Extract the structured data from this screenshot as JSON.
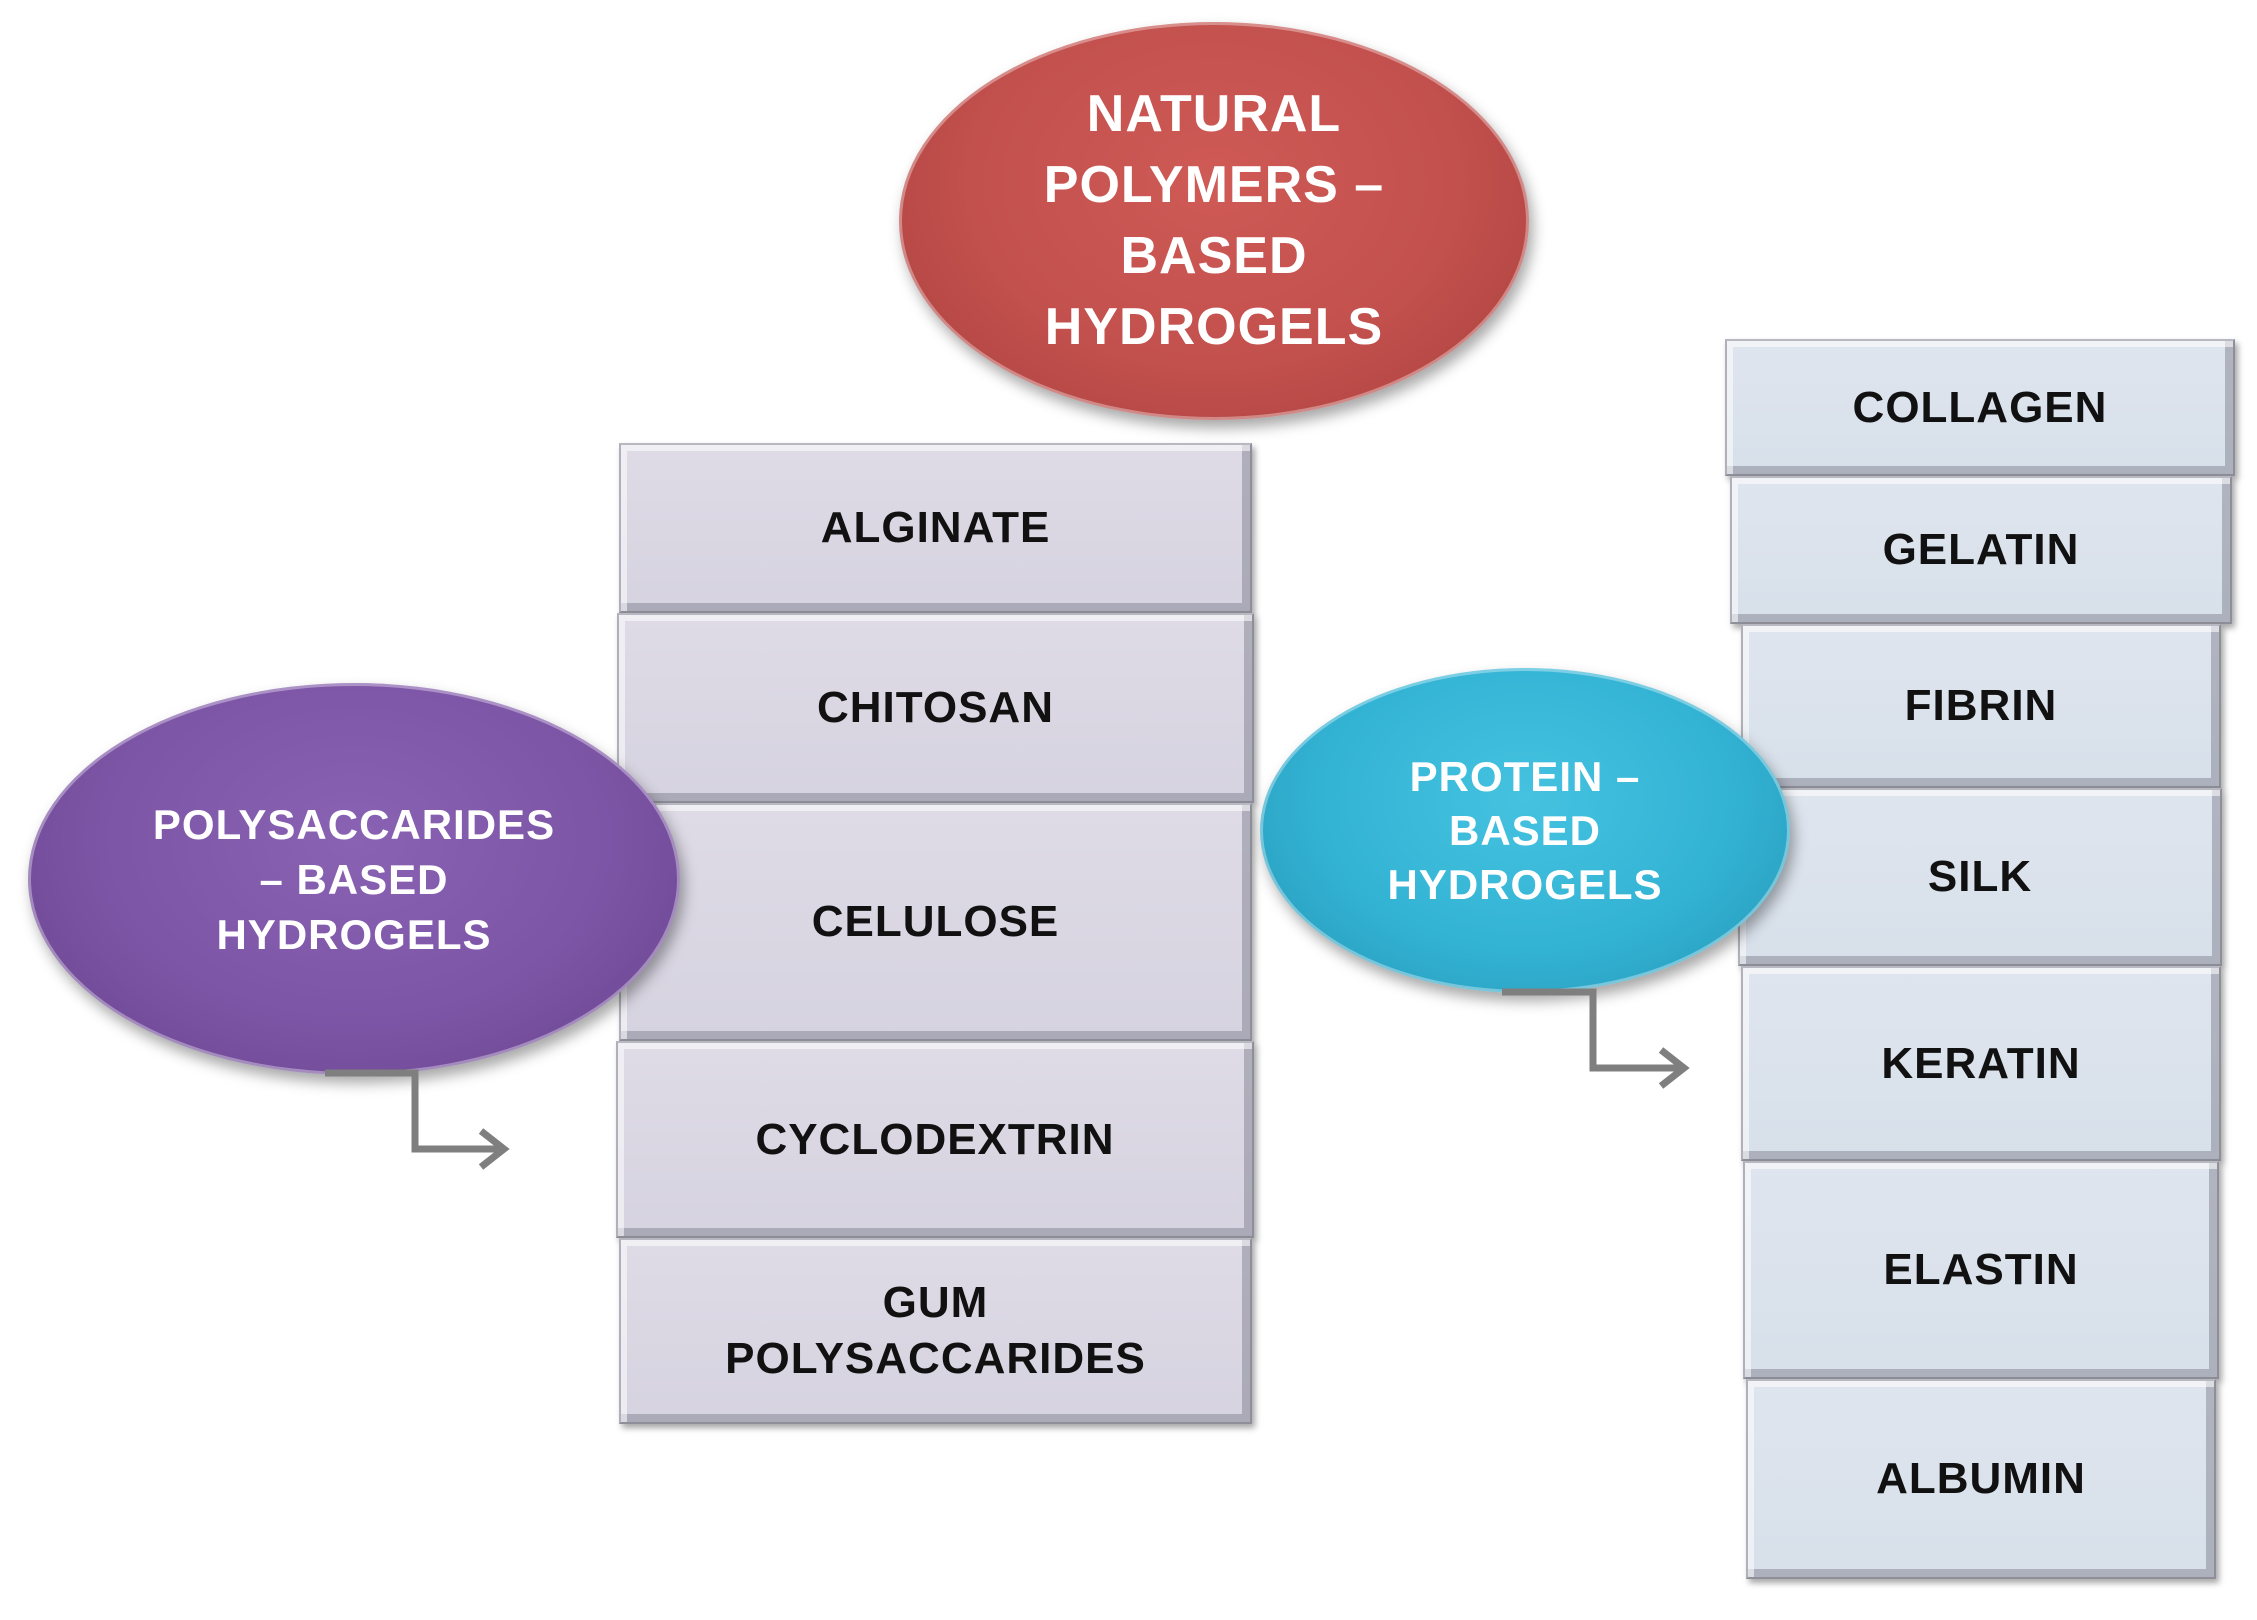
{
  "main": {
    "title": "NATURAL\nPOLYMERS –\nBASED\nHYDROGELS",
    "color": "#c0504d"
  },
  "polysaccharides": {
    "title": "POLYSACCARIDES\n– BASED\nHYDROGELS",
    "color": "#7f5ba8",
    "items": [
      "ALGINATE",
      "CHITOSAN",
      "CELULOSE",
      "CYCLODEXTRIN",
      "GUM\nPOLYSACCARIDES"
    ]
  },
  "proteins": {
    "title": "PROTEIN –\nBASED\nHYDROGELS",
    "color": "#33b5d6",
    "items": [
      "COLLAGEN",
      "GELATIN",
      "FIBRIN",
      "SILK",
      "KERATIN",
      "ELASTIN",
      "ALBUMIN"
    ]
  }
}
